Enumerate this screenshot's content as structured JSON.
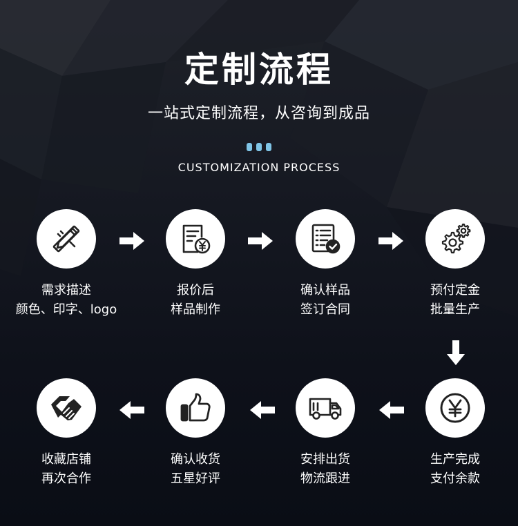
{
  "header": {
    "title": "定制流程",
    "subtitle": "一站式定制流程，从咨询到成品",
    "english": "CUSTOMIZATION PROCESS",
    "dot_color": "#7fc4e6"
  },
  "steps": [
    {
      "line1": "需求描述",
      "line2": "颜色、印字、logo",
      "icon": "pencil-ruler-icon"
    },
    {
      "line1": "报价后",
      "line2": "样品制作",
      "icon": "invoice-yen-icon"
    },
    {
      "line1": "确认样品",
      "line2": "签订合同",
      "icon": "document-check-icon"
    },
    {
      "line1": "预付定金",
      "line2": "批量生产",
      "icon": "gears-icon"
    },
    {
      "line1": "生产完成",
      "line2": "支付余款",
      "icon": "yen-coin-icon"
    },
    {
      "line1": "安排出货",
      "line2": "物流跟进",
      "icon": "delivery-truck-icon"
    },
    {
      "line1": "确认收货",
      "line2": "五星好评",
      "icon": "thumbs-up-icon"
    },
    {
      "line1": "收藏店铺",
      "line2": "再次合作",
      "icon": "handshake-icon"
    }
  ]
}
